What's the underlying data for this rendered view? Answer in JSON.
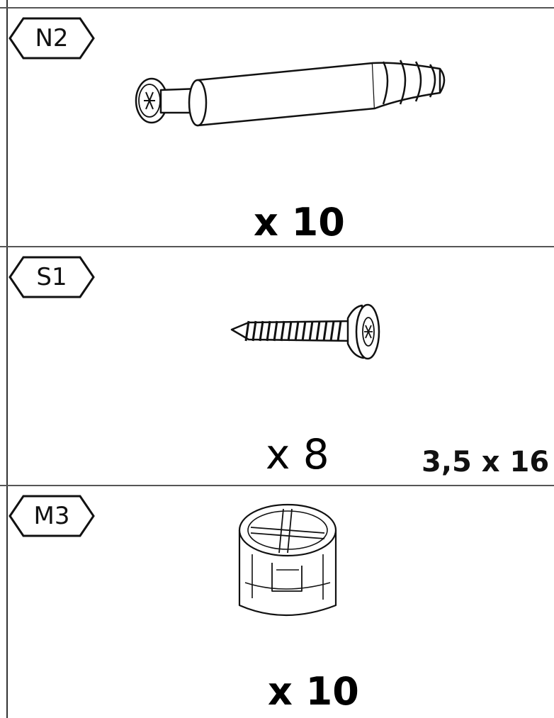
{
  "parts": [
    {
      "code": "N2",
      "quantity": "x 10",
      "icon": "cam-bolt-icon"
    },
    {
      "code": "S1",
      "quantity": "x 8",
      "size": "3,5 x 16",
      "icon": "wood-screw-icon"
    },
    {
      "code": "M3",
      "quantity": "x 10",
      "icon": "cam-lock-icon"
    }
  ]
}
